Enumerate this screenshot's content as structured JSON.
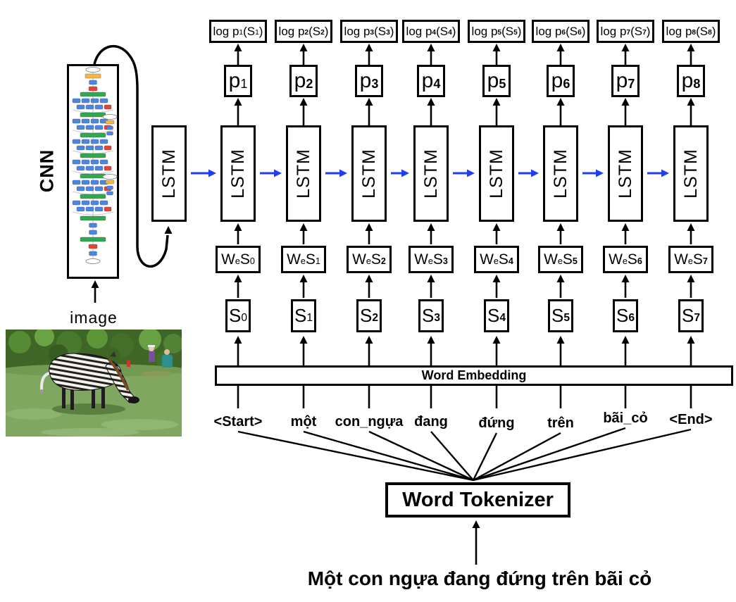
{
  "colors": {
    "arrow_blue": "#1f3df4",
    "diagram_black": "#000000",
    "cnn_node_blue": "#4a86e8",
    "cnn_node_red": "#e84135",
    "cnn_node_green": "#2fa84f",
    "cnn_node_yellow": "#f6b83c"
  },
  "cnn": {
    "label": "CNN",
    "image_label": "image",
    "photo_alt": "zebra-grazing-photo"
  },
  "lstm_label": "LSTM",
  "lstm_count": 9,
  "labels": {
    "log_prefix": "log p",
    "log_open": "(S",
    "log_close": ")",
    "p": "p",
    "w": "W",
    "w_sub": "e",
    "s": "S"
  },
  "columns": [
    {
      "out_index": "1",
      "in_index": "0",
      "word": "<Start>"
    },
    {
      "out_index": "2",
      "in_index": "1",
      "word": "một"
    },
    {
      "out_index": "3",
      "in_index": "2",
      "word": "con_ngựa"
    },
    {
      "out_index": "4",
      "in_index": "3",
      "word": "đang"
    },
    {
      "out_index": "5",
      "in_index": "4",
      "word": "đứng"
    },
    {
      "out_index": "6",
      "in_index": "5",
      "word": "trên"
    },
    {
      "out_index": "7",
      "in_index": "6",
      "word": "bãi_cỏ"
    },
    {
      "out_index": "8",
      "in_index": "7",
      "word": "<End>"
    }
  ],
  "embedding_label": "Word Embedding",
  "tokenizer_label": "Word Tokenizer",
  "sentence": "Một con ngựa đang đứng trên bãi cỏ"
}
